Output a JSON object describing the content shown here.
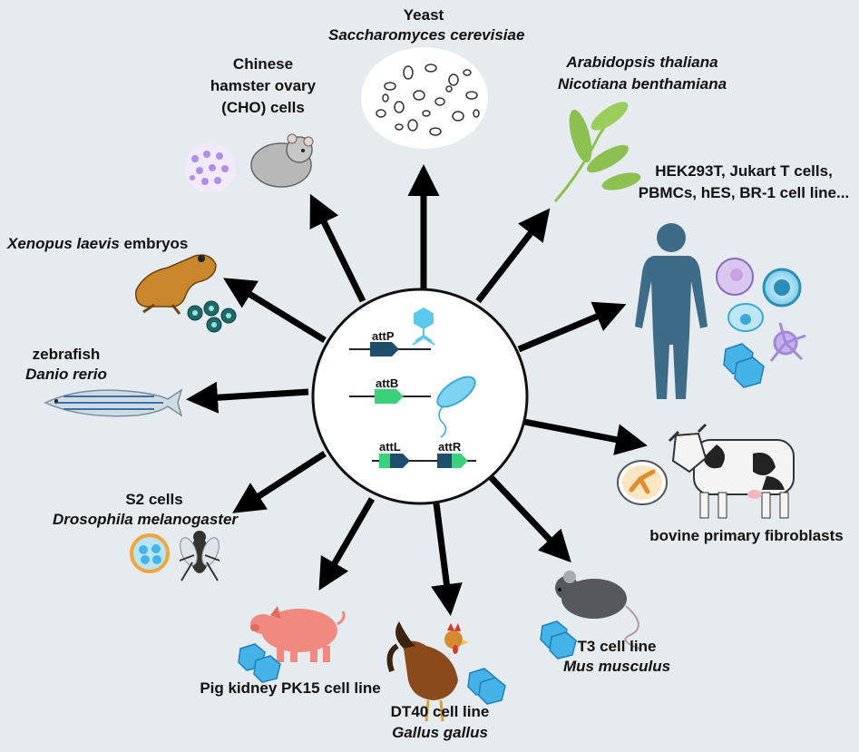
{
  "center": {
    "attP": "attP",
    "attB": "attB",
    "attL": "attL",
    "attR": "attR"
  },
  "organisms": {
    "yeast_common": "Yeast",
    "yeast_species": "Saccharomyces cerevisiae",
    "cho_line1": "Chinese",
    "cho_line2": "hamster ovary",
    "cho_line3": "(CHO) cells",
    "plant_species1": "Arabidopsis thaliana",
    "plant_species2": "Nicotiana benthamiana",
    "human_line1": "HEK293T, Jukart T cells,",
    "human_line2": "PBMCs, hES, BR-1 cell line...",
    "xenopus_species": "Xenopus laevis",
    "xenopus_suffix": " embryos",
    "zebrafish_common": "zebrafish",
    "zebrafish_species": "Danio rerio",
    "bovine": "bovine primary fibroblasts",
    "s2_line": "S2 cells",
    "drosophila_species": "Drosophila melanogaster",
    "mouse_line": "T3 cell line",
    "mouse_species": "Mus musculus",
    "pig_line": "Pig kidney PK15 cell line",
    "chicken_line": "DT40 cell line",
    "chicken_species": "Gallus gallus"
  },
  "colors": {
    "background": "#e5ebef",
    "arrow": "#000000",
    "dna_dark": "#1d4e6b",
    "dna_green": "#3bd07a",
    "phage": "#5ec8ec",
    "human": "#3e6b88",
    "plant": "#8cc152",
    "pig": "#f08a80",
    "cell_blue": "#46b3e8"
  },
  "icons": [
    "phage-icon",
    "bacterium-icon",
    "yeast-icon",
    "hamster-icon",
    "plant-icon",
    "human-icon",
    "frog-icon",
    "zebrafish-icon",
    "cow-icon",
    "fly-icon",
    "mouse-icon",
    "pig-icon",
    "rooster-icon"
  ]
}
